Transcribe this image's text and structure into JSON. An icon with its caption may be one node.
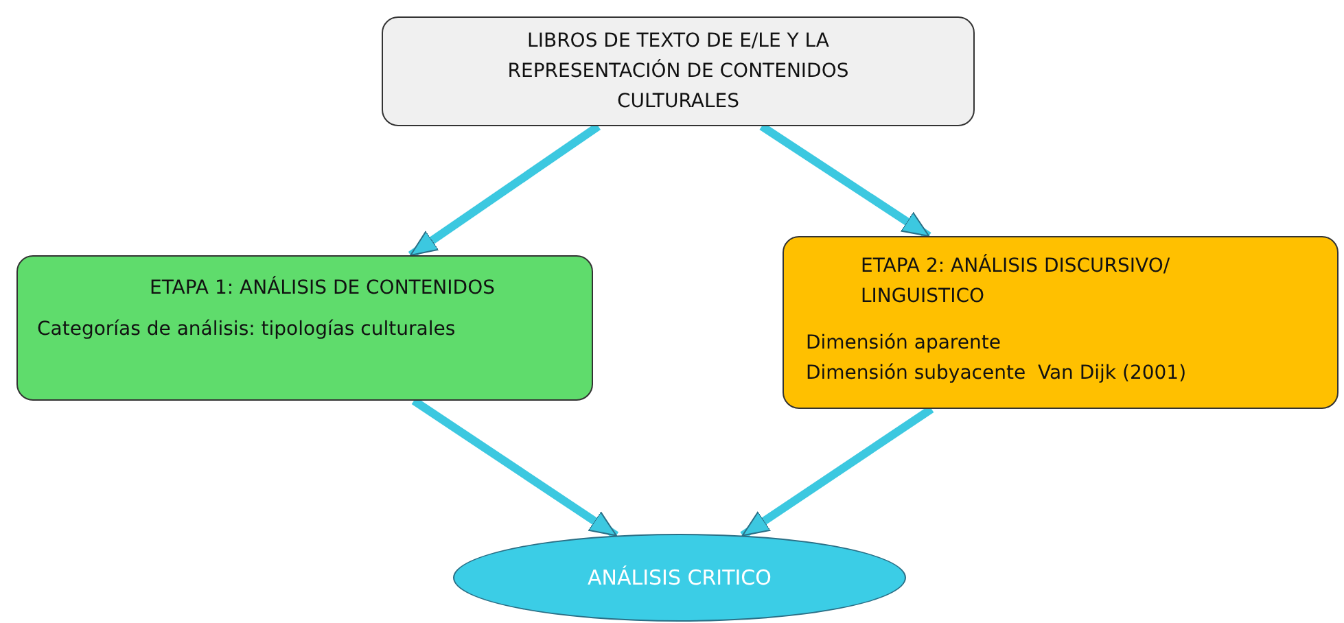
{
  "diagram": {
    "nodes": [
      {
        "text": [
          "LIBROS DE TEXTO DE E/LE Y LA REPRESENTACIÓN DE CONTENIDOS CULTURALES"
        ]
      },
      {
        "text": [
          "ETAPA 1: ANÁLISIS DE CONTENIDOS",
          "Categorías de análisis: tipologías culturales"
        ]
      },
      {
        "text": [
          "ETAPA 2: ANÁLISIS DISCURSIVO/ LINGUISTICO",
          "Dimensión aparente",
          "Dimensión subyacente  Van Dijk (2001)"
        ]
      },
      {
        "text": [
          "ANÁLISIS CRITICO"
        ]
      }
    ],
    "edges": [
      {
        "from": 0,
        "to": 1,
        "arrow": "to"
      },
      {
        "from": 0,
        "to": 2,
        "arrow": "to"
      },
      {
        "from": 1,
        "to": 3,
        "arrow": "to"
      },
      {
        "from": 2,
        "to": 3,
        "arrow": "to"
      }
    ]
  }
}
